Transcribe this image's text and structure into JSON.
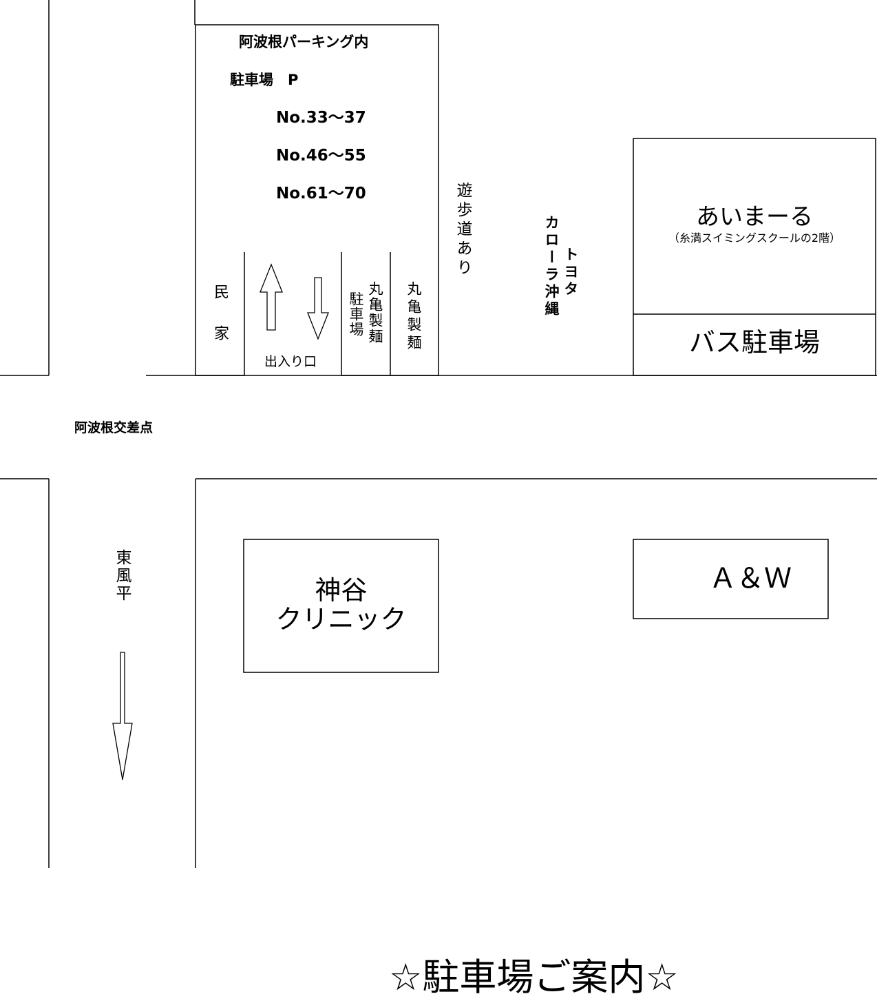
{
  "parking_lot": {
    "title": "阿波根パーキング内",
    "label": "駐車場　P",
    "spots": [
      "No.33〜37",
      "No.46〜55",
      "No.61〜70"
    ]
  },
  "labels": {
    "minka": "民家",
    "entrance": "出入り口",
    "marukame_parking": "駐車場",
    "marukame_parking_name": "丸亀製麺",
    "marukame": "丸亀製麺",
    "promenade": "遊歩道あり",
    "toyota_line1": "トヨタ",
    "toyota_line2": "カローラ沖縄",
    "aimaru": "あいまーる",
    "aimaru_sub": "（糸満スイミングスクールの2階）",
    "bus_parking": "バス駐車場",
    "intersection": "阿波根交差点",
    "kochinda": "東風平",
    "kamiya_line1": "神谷",
    "kamiya_line2": "クリニック",
    "aw": "Ａ＆Ｗ"
  },
  "footer_title": "☆駐車場ご案内☆",
  "icons": [
    "arrow-up-icon",
    "arrow-down-icon",
    "arrow-down-long-icon"
  ]
}
